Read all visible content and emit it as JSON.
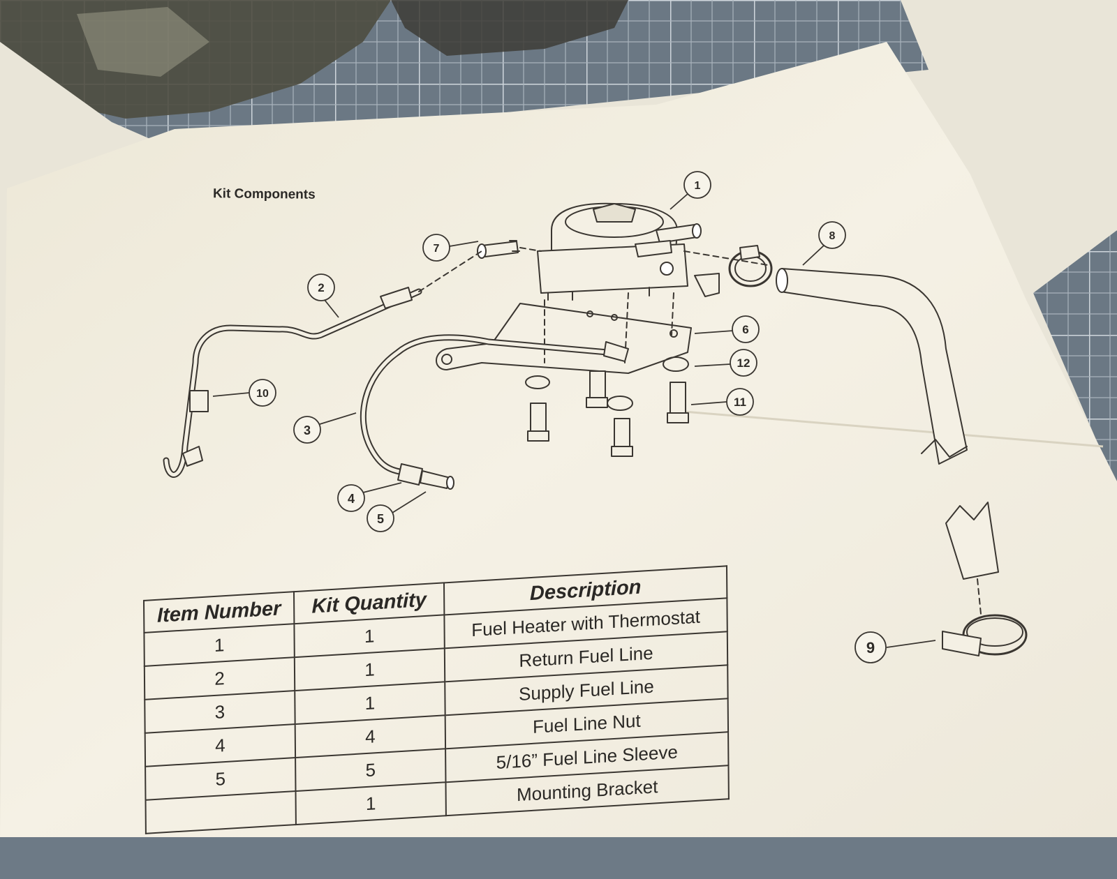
{
  "heading": "Kit Components",
  "callouts": [
    "1",
    "2",
    "3",
    "4",
    "5",
    "6",
    "7",
    "8",
    "9",
    "10",
    "11",
    "12"
  ],
  "table": {
    "headers": [
      "Item Number",
      "Kit Quantity",
      "Description"
    ],
    "rows": [
      {
        "item": "1",
        "qty": "1",
        "desc": "Fuel Heater with Thermostat"
      },
      {
        "item": "2",
        "qty": "1",
        "desc": "Return Fuel Line"
      },
      {
        "item": "3",
        "qty": "1",
        "desc": "Supply Fuel Line"
      },
      {
        "item": "4",
        "qty": "4",
        "desc": "Fuel Line Nut"
      },
      {
        "item": "5",
        "qty": "5",
        "desc": "5/16” Fuel Line Sleeve"
      },
      {
        "item": "",
        "qty": "1",
        "desc": "Mounting Bracket"
      }
    ]
  },
  "colors": {
    "mat": "#6d7a86",
    "paper": "#f3efe2",
    "ink": "#3a3631",
    "hose": "#222222"
  }
}
